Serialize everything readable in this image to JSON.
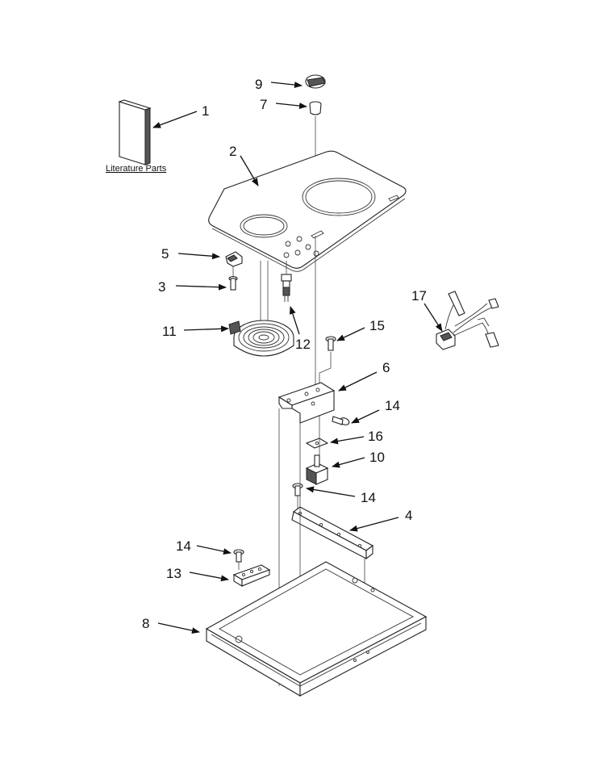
{
  "literature_label": "Literature Parts",
  "callouts": [
    {
      "id": "1",
      "text": "1"
    },
    {
      "id": "2",
      "text": "2"
    },
    {
      "id": "3",
      "text": "3"
    },
    {
      "id": "4",
      "text": "4"
    },
    {
      "id": "5",
      "text": "5"
    },
    {
      "id": "6",
      "text": "6"
    },
    {
      "id": "7",
      "text": "7"
    },
    {
      "id": "8",
      "text": "8"
    },
    {
      "id": "9",
      "text": "9"
    },
    {
      "id": "10",
      "text": "10"
    },
    {
      "id": "11",
      "text": "11"
    },
    {
      "id": "12",
      "text": "12"
    },
    {
      "id": "13",
      "text": "13"
    },
    {
      "id": "14a",
      "text": "14"
    },
    {
      "id": "14b",
      "text": "14"
    },
    {
      "id": "14c",
      "text": "14"
    },
    {
      "id": "15",
      "text": "15"
    },
    {
      "id": "16",
      "text": "16"
    },
    {
      "id": "17",
      "text": "17"
    }
  ]
}
